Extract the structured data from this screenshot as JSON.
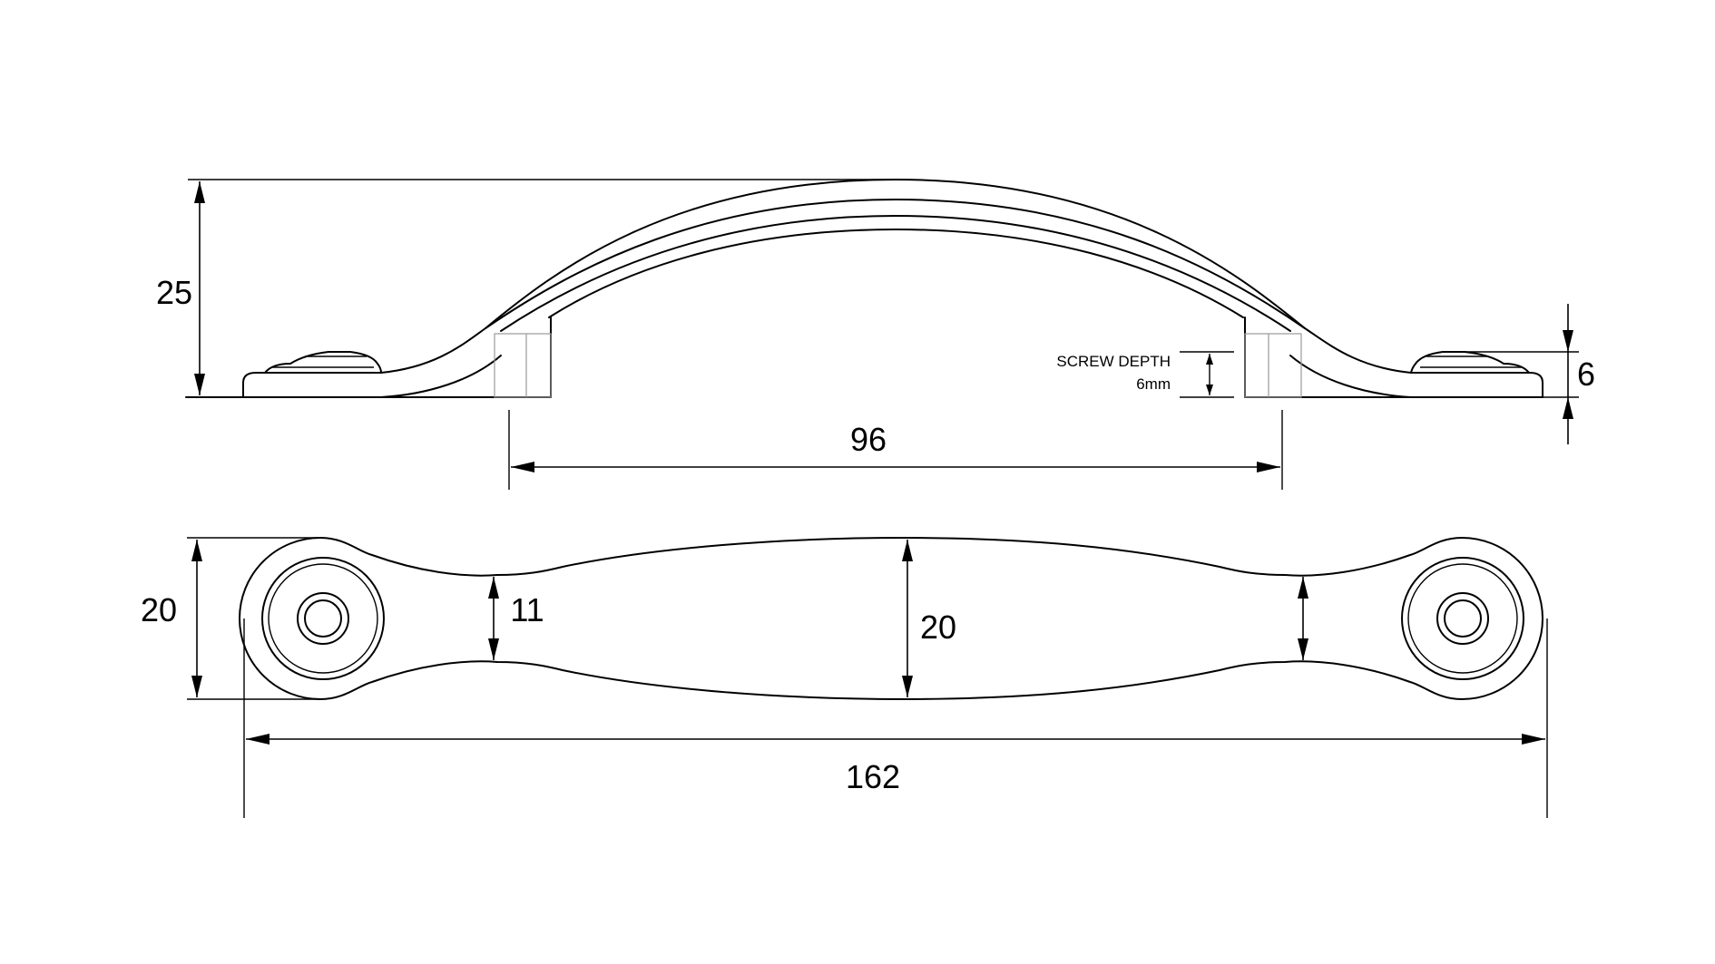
{
  "colors": {
    "line": "#000000",
    "background": "#ffffff",
    "hidden_line": "#9a9a9a"
  },
  "dimensions": {
    "height": "25",
    "base_height": "6",
    "hole_centres": "96",
    "overall_length": "162",
    "width_end": "20",
    "width_waist": "11",
    "width_centre": "20"
  },
  "notes": {
    "screw_depth_line1": "SCREW DEPTH",
    "screw_depth_line2": "6mm"
  }
}
